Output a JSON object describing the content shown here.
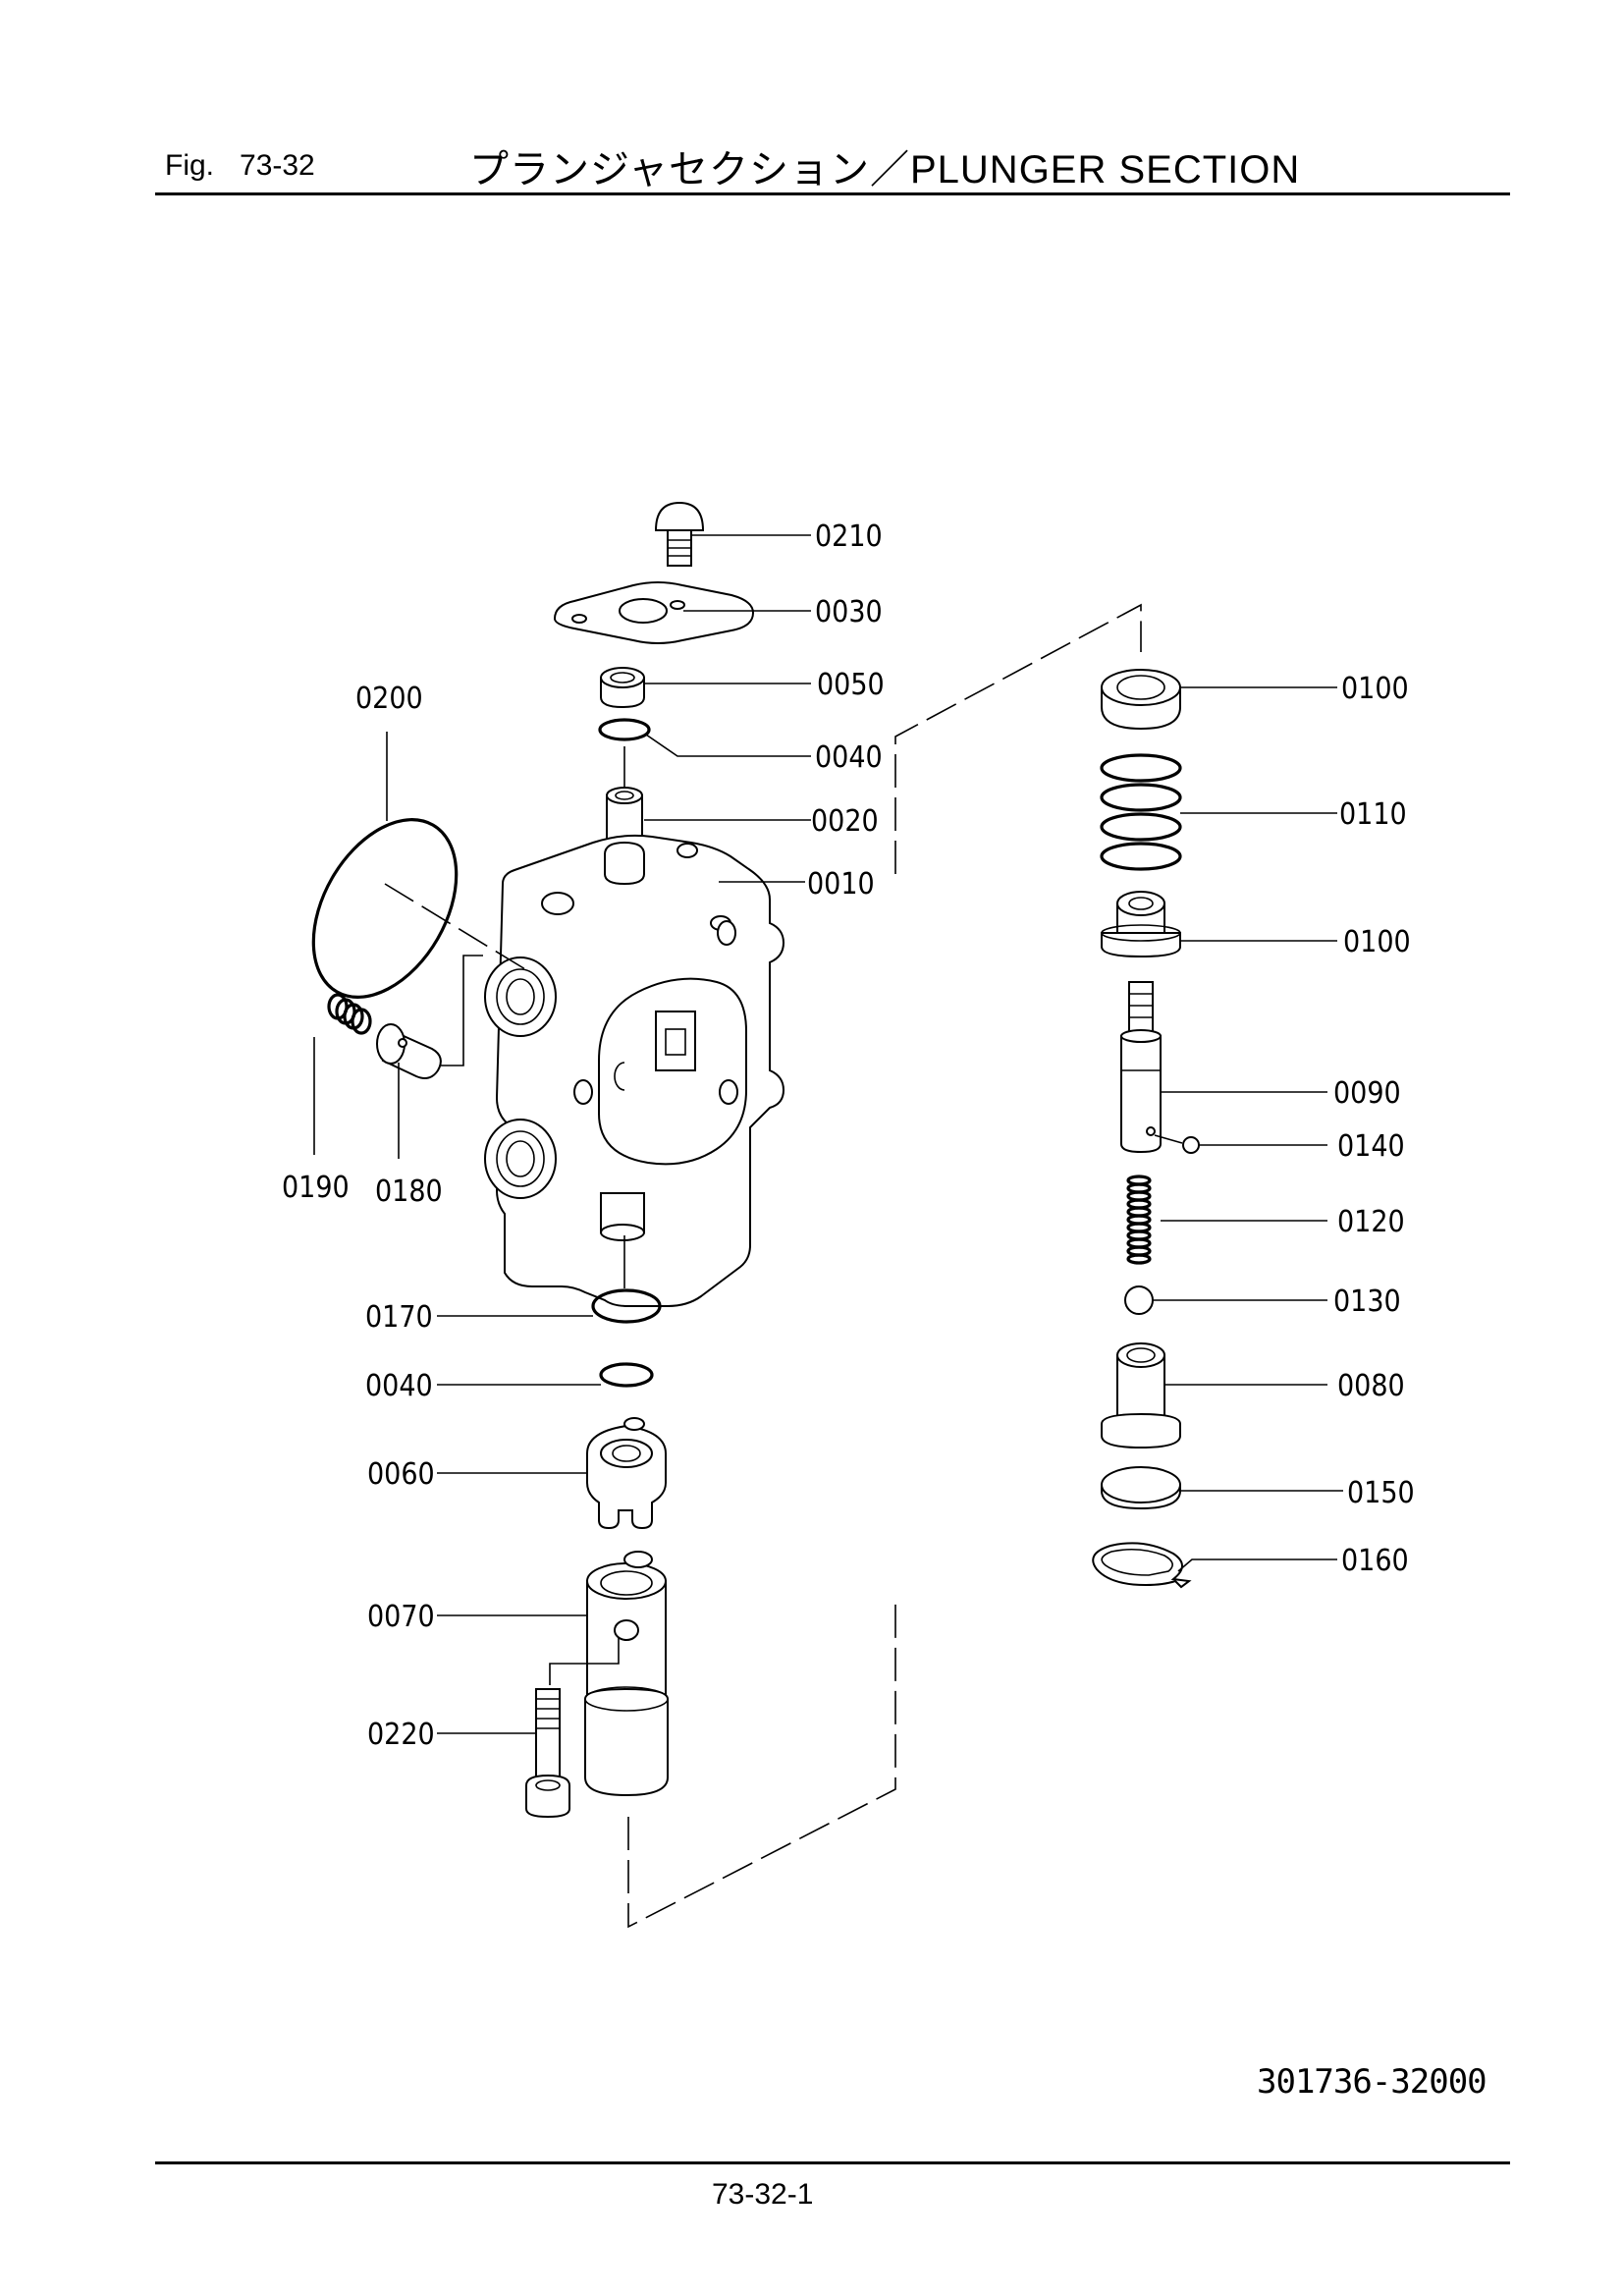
{
  "header": {
    "fig_label": "Fig.",
    "fig_number": "73-32",
    "title": "プランジャセクション／PLUNGER  SECTION"
  },
  "callouts": {
    "p0210": "0210",
    "p0030": "0030",
    "p0050": "0050",
    "p0040_top": "0040",
    "p0020": "0020",
    "p0010": "0010",
    "p0200": "0200",
    "p0190": "0190",
    "p0180": "0180",
    "p0170": "0170",
    "p0040_bottom": "0040",
    "p0060": "0060",
    "p0070": "0070",
    "p0220": "0220",
    "p0100_top": "0100",
    "p0110": "0110",
    "p0100_bottom": "0100",
    "p0090": "0090",
    "p0140": "0140",
    "p0120": "0120",
    "p0130": "0130",
    "p0080": "0080",
    "p0150": "0150",
    "p0160": "0160"
  },
  "footer": {
    "document_number": "301736-32000",
    "page_number": "73-32-1"
  }
}
